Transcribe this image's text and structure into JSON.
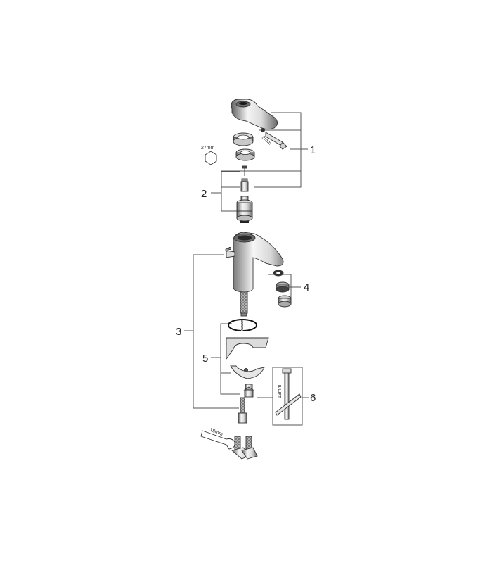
{
  "callouts": [
    "1",
    "2",
    "3",
    "4",
    "5",
    "6"
  ],
  "tool_labels": {
    "hex_socket": "27mm",
    "allen_key": "3mm",
    "tube_wrench": "13mm",
    "flat_spanner": "19mm"
  },
  "colors": {
    "line": "#555555",
    "part_light": "#f2f2f2",
    "part_mid": "#cfcfcf",
    "part_dark": "#6a6a6a",
    "background": "#ffffff"
  }
}
